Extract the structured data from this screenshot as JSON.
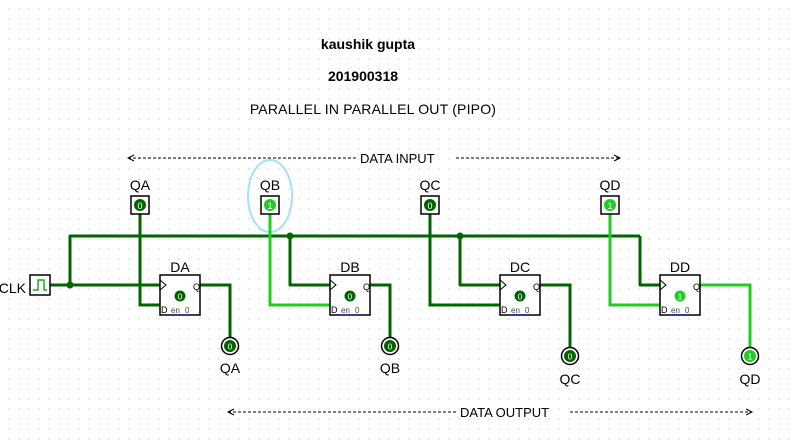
{
  "header": {
    "author": "kaushik gupta",
    "roll_number": "201900318",
    "title": "PARALLEL  IN PARALLEL OUT (PIPO)"
  },
  "annotations": {
    "data_input": "DATA INPUT",
    "data_output": "DATA OUTPUT"
  },
  "clock": {
    "label": "CLK"
  },
  "inputs": [
    {
      "label": "QA",
      "value": "0"
    },
    {
      "label": "QB",
      "value": "1"
    },
    {
      "label": "QC",
      "value": "0"
    },
    {
      "label": "QD",
      "value": "1"
    }
  ],
  "flipflops": [
    {
      "label": "DA",
      "state": "0",
      "q_pin": "Q",
      "d_pin": "D",
      "en_pin": "en",
      "reset_pin": "0"
    },
    {
      "label": "DB",
      "state": "0",
      "q_pin": "Q",
      "d_pin": "D",
      "en_pin": "en",
      "reset_pin": "0"
    },
    {
      "label": "DC",
      "state": "0",
      "q_pin": "Q",
      "d_pin": "D",
      "en_pin": "en",
      "reset_pin": "0"
    },
    {
      "label": "DD",
      "state": "1",
      "q_pin": "Q",
      "d_pin": "D",
      "en_pin": "en",
      "reset_pin": "0"
    }
  ],
  "outputs": [
    {
      "label": "QA",
      "value": "0"
    },
    {
      "label": "QB",
      "value": "0"
    },
    {
      "label": "QC",
      "value": "0"
    },
    {
      "label": "QD",
      "value": "1"
    }
  ],
  "colors": {
    "wire_low": "#006400",
    "wire_high": "#22cc22",
    "selection_halo": "#a6e3ef"
  }
}
